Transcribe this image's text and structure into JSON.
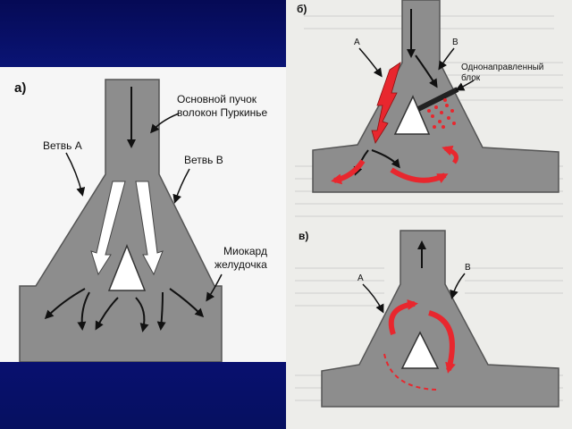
{
  "panel_a": {
    "letter": "а)",
    "bundle_label_line1": "Основной пучок",
    "bundle_label_line2": "волокон Пуркинье",
    "branch_a": "Ветвь А",
    "branch_b": "Ветвь В",
    "myocard_line1": "Миокард",
    "myocard_line2": "желудочка"
  },
  "panel_b": {
    "letter": "б)",
    "branch_a": "А",
    "branch_b": "В",
    "block_line1": "Однонаправленный",
    "block_line2": "блок"
  },
  "panel_v": {
    "letter": "в)",
    "branch_a": "А",
    "branch_b": "В"
  },
  "colors": {
    "tissue": "#8c8c8c",
    "arrow_red": "#e8272e",
    "slide_blue": "#0b0e6e"
  }
}
